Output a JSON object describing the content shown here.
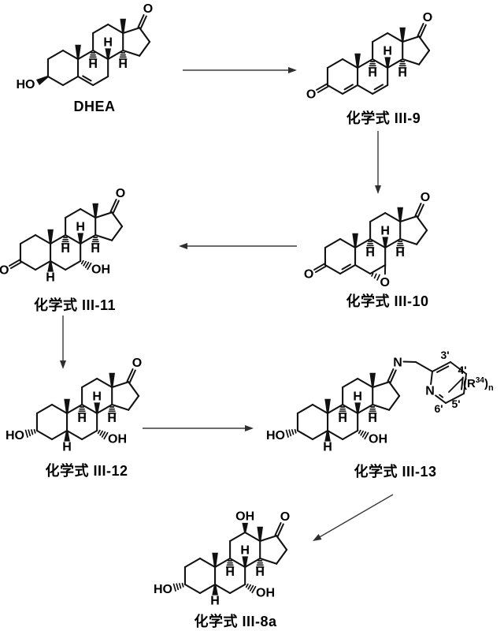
{
  "molecules": [
    {
      "key": "dhea",
      "caption": "DHEA",
      "features": [
        "c3_oh_wedge",
        "d5_ene",
        "ketone17",
        "me19",
        "me18",
        "h8",
        "h9",
        "h14"
      ]
    },
    {
      "key": "iii9",
      "caption": "化学式 III-9",
      "features": [
        "c3_keto",
        "d4_ene",
        "d6_ene",
        "ketone17",
        "me19",
        "me18",
        "h8",
        "h9",
        "h14"
      ]
    },
    {
      "key": "iii10",
      "caption": "化学式 III-10",
      "features": [
        "c3_keto",
        "d4_ene",
        "epoxide67",
        "ketone17",
        "me19",
        "me18",
        "h8",
        "h9",
        "h14"
      ]
    },
    {
      "key": "iii11",
      "caption": "化学式 III-11",
      "features": [
        "c3_keto",
        "h5",
        "oh7",
        "ketone17",
        "me19",
        "me18",
        "h8",
        "h9",
        "h14"
      ]
    },
    {
      "key": "iii12",
      "caption": "化学式 III-12",
      "features": [
        "c3_oh_hash",
        "h5",
        "oh7",
        "ketone17",
        "me19",
        "me18",
        "h8",
        "h9",
        "h14"
      ]
    },
    {
      "key": "iii13",
      "caption": "化学式 III-13",
      "features": [
        "c3_oh_hash",
        "h5",
        "oh7",
        "imine_pyridine",
        "me19",
        "me18",
        "h8",
        "h9",
        "h14"
      ]
    },
    {
      "key": "iii8a",
      "caption": "化学式 III-8a",
      "features": [
        "c3_oh_hash",
        "h5",
        "oh7",
        "oh12",
        "ketone17",
        "me19",
        "me18",
        "h8",
        "h9",
        "h14"
      ]
    }
  ],
  "atom_labels": {
    "oxygen": "O",
    "hydroxyl_left": "HO",
    "hydroxyl_right": "OH",
    "hydrogen": "H",
    "nitrogen": "N"
  },
  "pyridine_labels": {
    "ring_n": "N",
    "pos3": "3'",
    "pos4": "4'",
    "pos5": "5'",
    "pos6": "6'",
    "r_prefix": "(R",
    "r_superscript": "34",
    "r_suffix": ")",
    "r_subscript": "n"
  },
  "colors": {
    "bond": "#111111",
    "arrow": "#3a3a3a",
    "background": "#ffffff"
  }
}
